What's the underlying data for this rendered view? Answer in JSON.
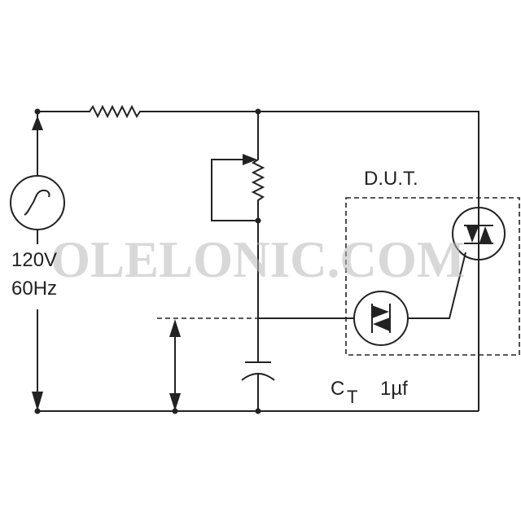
{
  "diagram": {
    "source_label": "120V",
    "source_freq": "60Hz",
    "dut_label": "D.U.T.",
    "cap_label_main": "C",
    "cap_label_sub": "T",
    "cap_value": "1µf",
    "watermark": "OLELONIC.COM"
  }
}
